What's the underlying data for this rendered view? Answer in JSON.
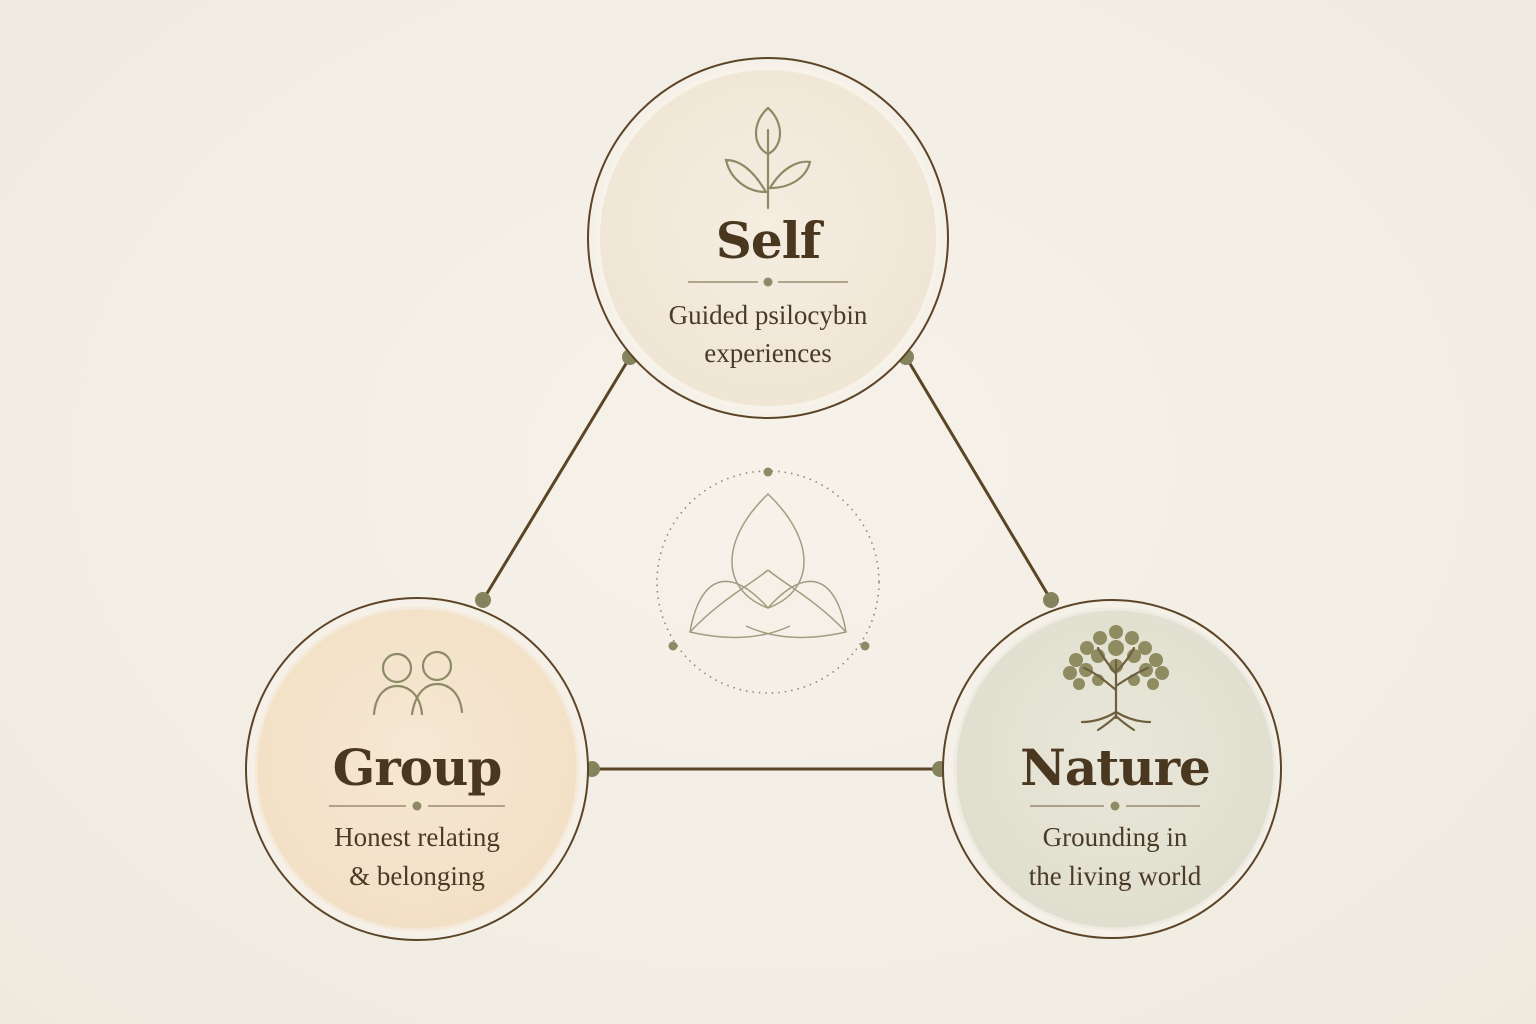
{
  "nodes": {
    "self": {
      "title": "Self",
      "line1": "Guided psilocybin",
      "line2": "experiences",
      "icon": "sprout-icon"
    },
    "group": {
      "title": "Group",
      "line1": "Honest relating",
      "line2": "& belonging",
      "icon": "people-icon"
    },
    "nature": {
      "title": "Nature",
      "line1": "Grounding in",
      "line2": "the living world",
      "icon": "tree-icon"
    }
  },
  "center_icon": "triquetra-icon",
  "colors": {
    "background": "#f3eee5",
    "line": "#5c4426",
    "dot": "#8a8a66",
    "self_fill": "#f1e8d8",
    "group_fill": "#f3e2c9",
    "nature_fill": "#e2e0d0",
    "icon": "#8c8a62",
    "title": "#4a3720"
  }
}
